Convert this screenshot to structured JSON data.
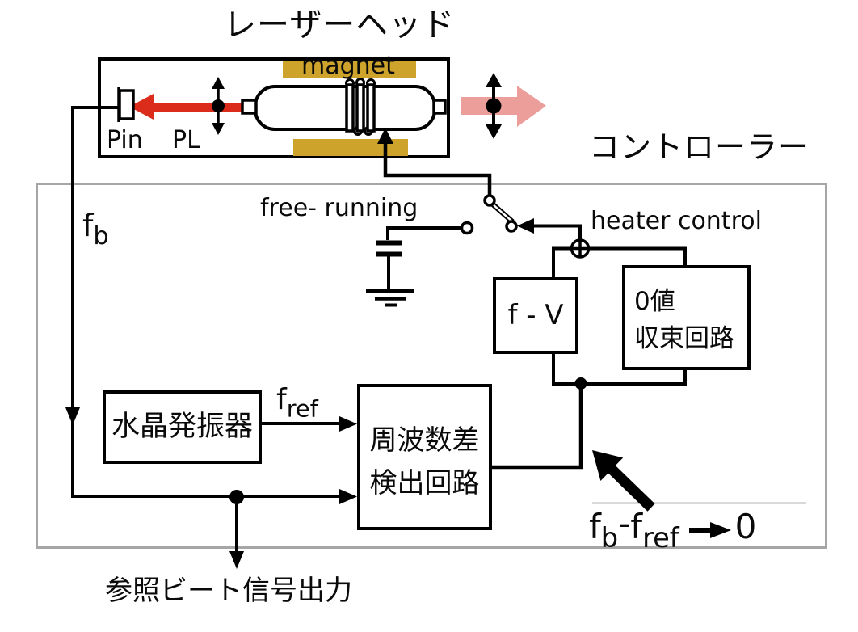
{
  "laser_head": {
    "title": "レーザーヘッド",
    "magnet_label": "magnet",
    "pin_label": "Pin",
    "pl_label": "PL"
  },
  "controller": {
    "title": "コントローラー",
    "fb_label": {
      "base": "f",
      "sub": "b"
    },
    "free_running_label": "free- running",
    "heater_control_label": "heater control",
    "fv_box_label": "f - V",
    "zero_box": {
      "line1": "0値",
      "line2": "収束回路"
    },
    "crystal_box_label": "水晶発振器",
    "fref_label": {
      "base": "f",
      "sub": "ref"
    },
    "freq_box": {
      "line1": "周波数差",
      "line2": "検出回路"
    },
    "formula": {
      "f1": "f",
      "sub1": "b",
      "minus": "-",
      "f2": "f",
      "sub2": "ref",
      "zero": "0"
    }
  },
  "output_label": "参照ビート信号出力",
  "icons": {
    "beam_left": "red-left-arrow",
    "beam_right": "pink-right-arrow",
    "polarization_markers": "vertical-double-arrow-with-dot",
    "heater_switch": "selector-switch",
    "bias_source": "battery-and-ground",
    "summing_node": "circled-plus",
    "emphasis": "bold-up-left-arrow",
    "tends_to": "bold-right-arrow"
  },
  "colors": {
    "gold": "#CDA32B",
    "red": "#DB2B1B",
    "pink": "#EC9E9A",
    "controller_border": "#A6A6A6",
    "wire": "#000000"
  }
}
